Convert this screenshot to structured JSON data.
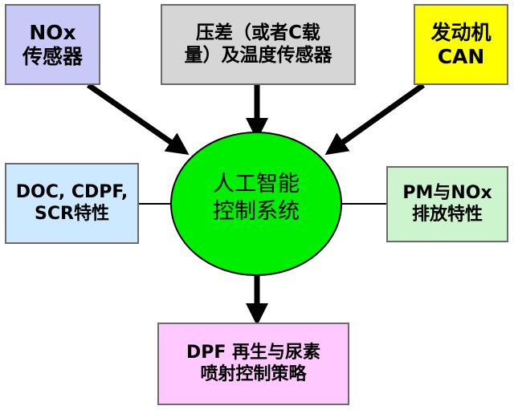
{
  "colors": {
    "nox_box": "#c9c9f7",
    "pressure_box": "#d6d6d6",
    "engine_box": "#ffff00",
    "doc_box": "#cde9ff",
    "pm_box": "#cdf5cd",
    "dpf_box": "#ffc9ff",
    "center": "#00ee00",
    "arrow": "#000000",
    "border": "#6b6b6b"
  },
  "nodes": {
    "nox_sensor": {
      "line1": "NOx",
      "line2": "传感器"
    },
    "pressure_sensor": {
      "line1": "压差（或者C载",
      "line2": "量）及温度传感器"
    },
    "engine_can": {
      "line1": "发动机",
      "line2": "CAN"
    },
    "doc_features": {
      "line1": "DOC, CDPF,",
      "line2": "SCR特性"
    },
    "pm_nox_features": {
      "line1": "PM与NOx",
      "line2": "排放特性"
    },
    "center": {
      "line1": "人工智能",
      "line2": "控制系统"
    },
    "dpf_strategy": {
      "line1": "DPF 再生与尿素",
      "line2": "喷射控制策略"
    }
  }
}
